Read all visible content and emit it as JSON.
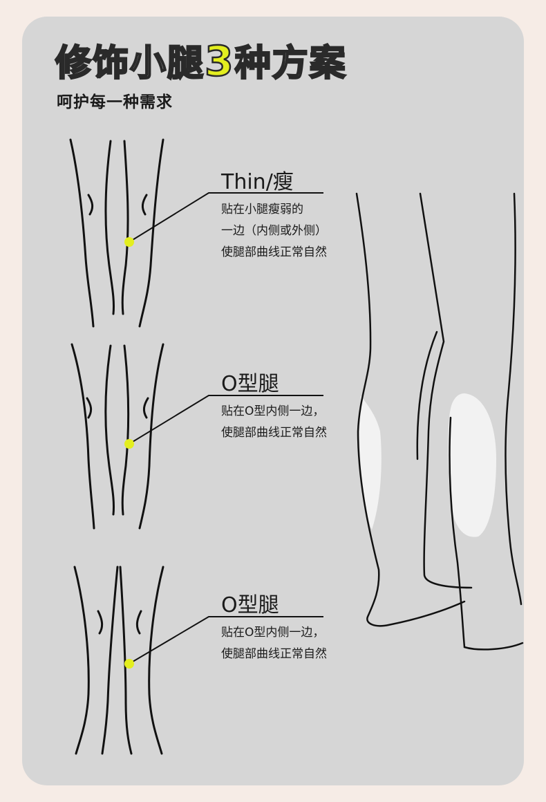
{
  "title": {
    "part1": "修饰小腿",
    "number": "3",
    "part2": "种方案"
  },
  "subtitle": "呵护每一种需求",
  "options": [
    {
      "heading": "Thin/瘦",
      "lines": [
        "贴在小腿瘦弱的",
        "一边（内侧或外侧）",
        "使腿部曲线正常自然"
      ]
    },
    {
      "heading": "O型腿",
      "lines": [
        "贴在O型内侧一边，",
        "使腿部曲线正常自然"
      ]
    },
    {
      "heading": "O型腿",
      "lines": [
        "贴在O型内侧一边，",
        "使腿部曲线正常自然"
      ]
    }
  ],
  "colors": {
    "accent": "#e3ee1f",
    "card": "#d6d6d6",
    "page": "#f6ece6",
    "pad": "#f2f2f2"
  }
}
